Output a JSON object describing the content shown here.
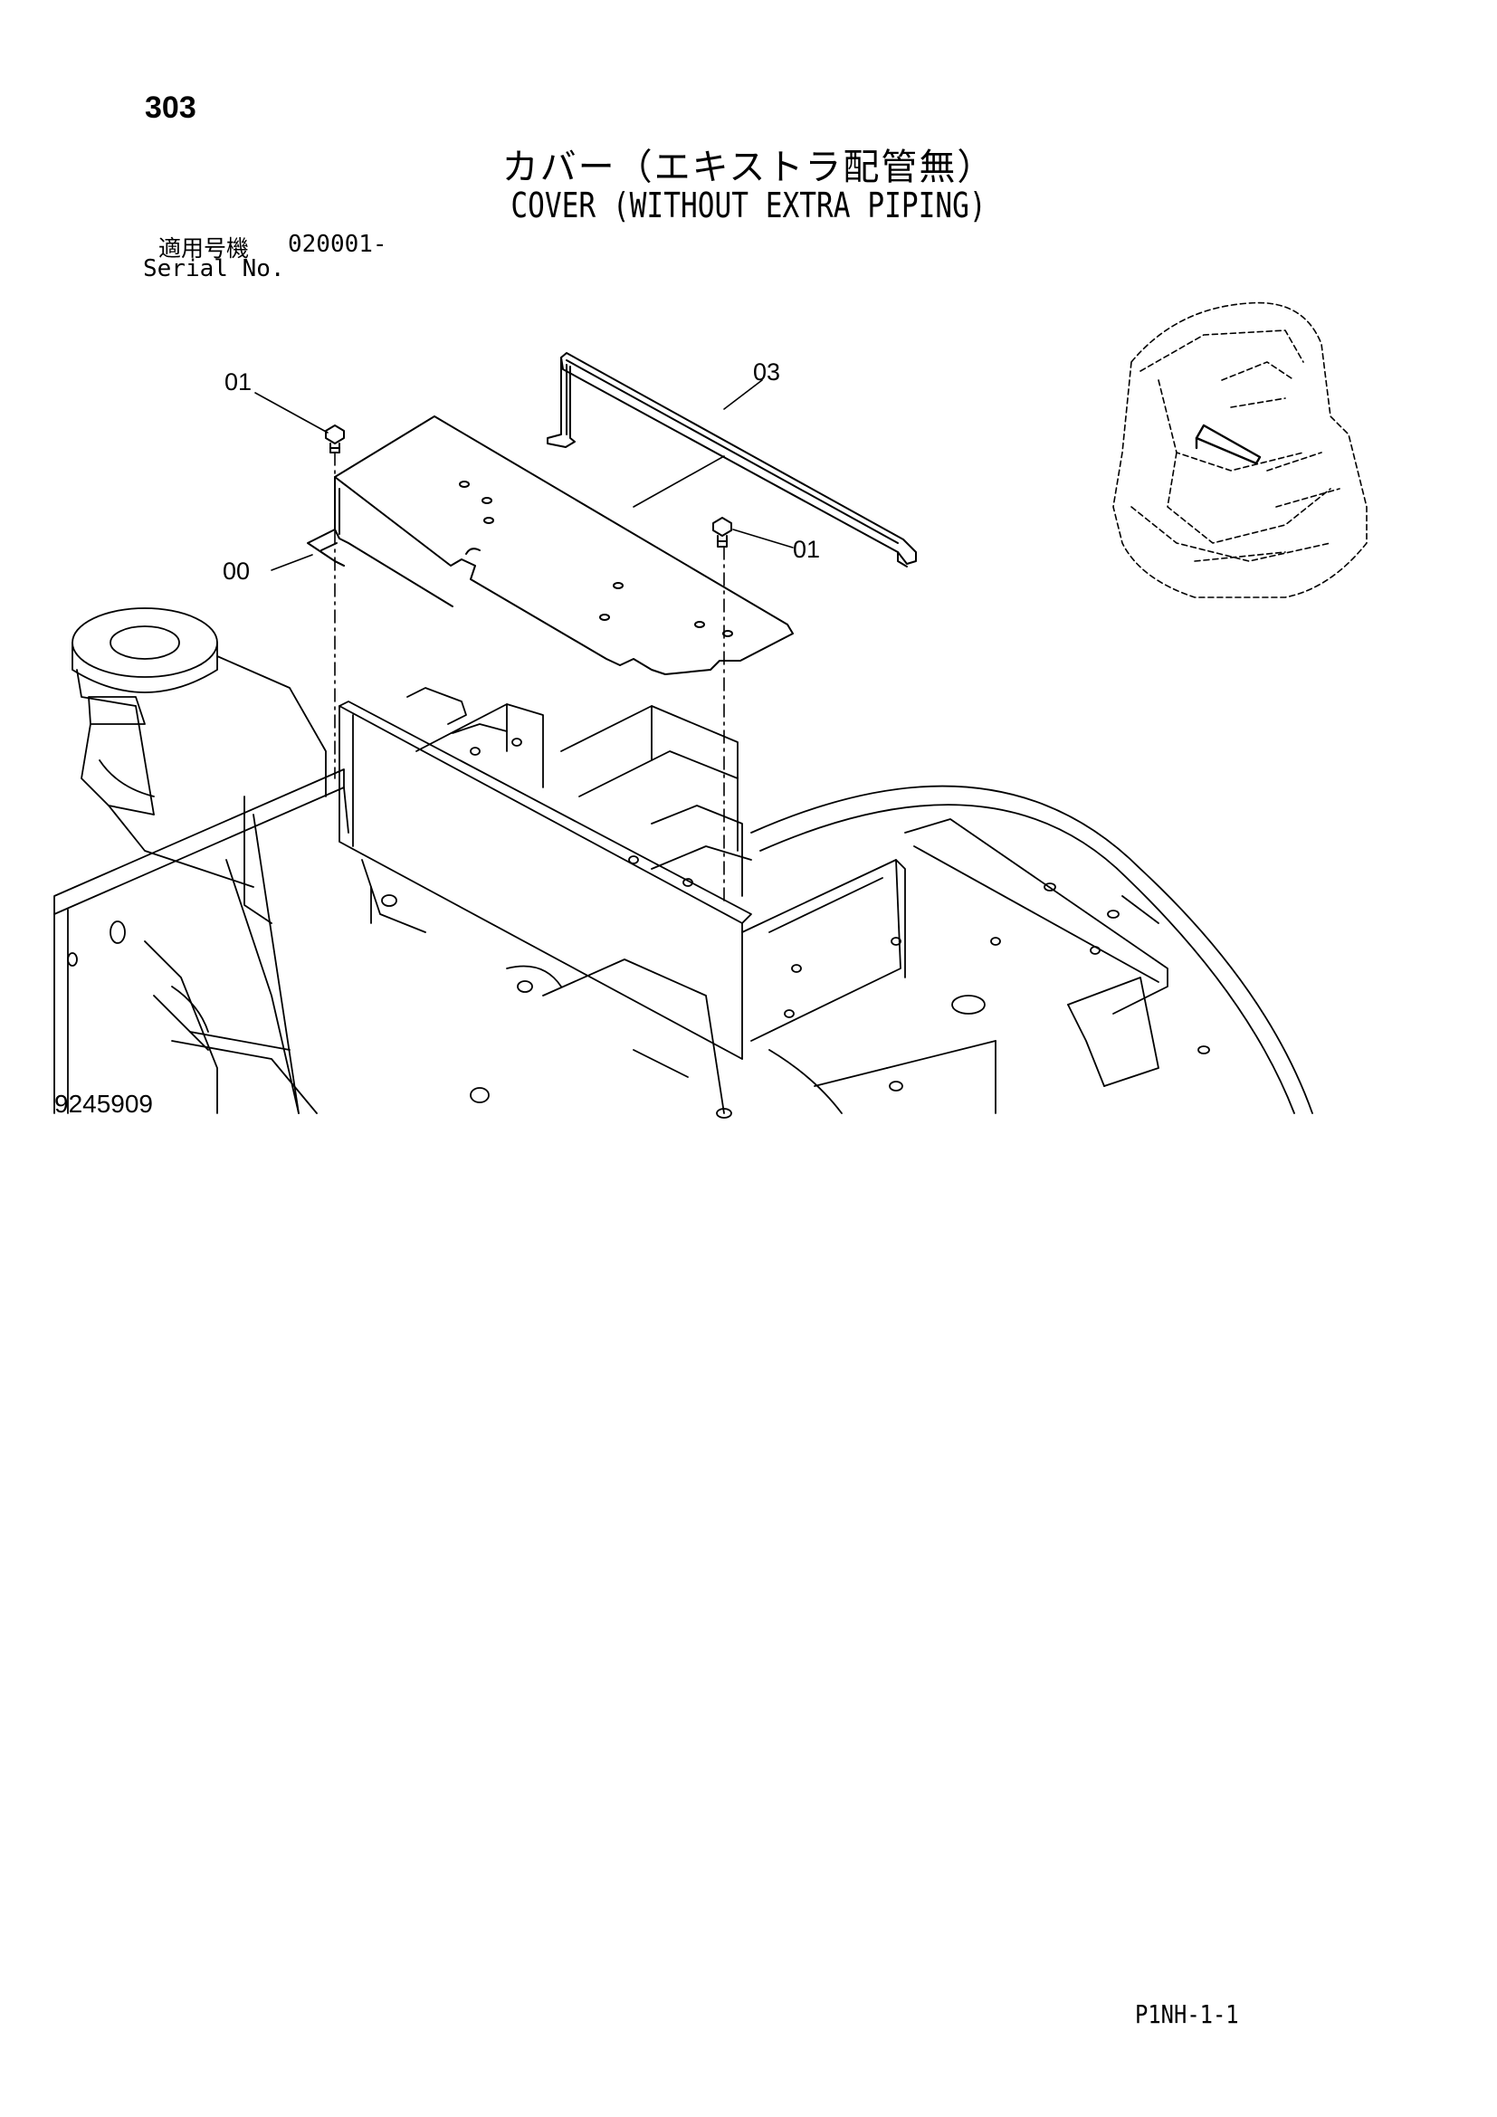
{
  "header": {
    "page_number": "303",
    "title_jp": "カバー（エキストラ配管無）",
    "title_en": "COVER (WITHOUT EXTRA PIPING)",
    "serial_label_jp": "適用号機",
    "serial_value": "020001-",
    "serial_label_en": "Serial No."
  },
  "diagram": {
    "callouts": {
      "bolt_left": "01",
      "cover": "00",
      "bracket": "03",
      "bolt_right": "01"
    },
    "drawing_number": "9245909"
  },
  "footer": {
    "page_code": "P1NH-1-1"
  }
}
